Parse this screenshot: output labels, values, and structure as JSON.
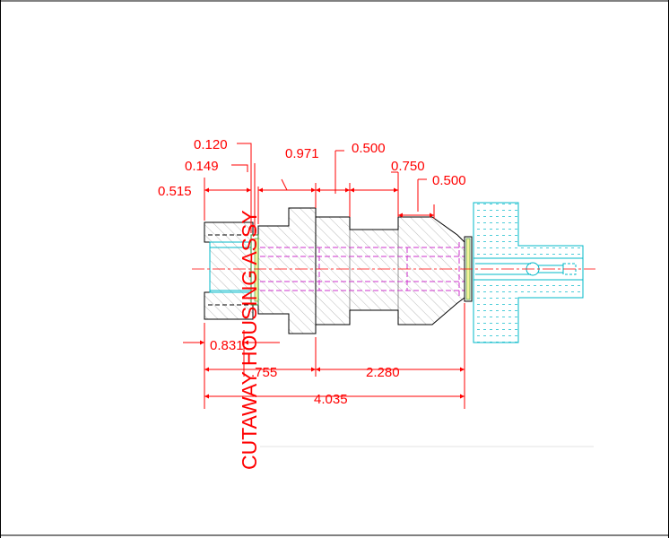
{
  "drawing": {
    "title_text": "CUTAWAY HOUSING ASSY",
    "colors": {
      "dimension": "#ff0000",
      "outline": "#000000",
      "hidden": "#cc33cc",
      "component": "#00b8c8",
      "frame": "#000000"
    },
    "dimensions": {
      "top_0120": "0.120",
      "top_0149": "0.149",
      "top_0515": "0.515",
      "top_0971": "0.971",
      "top_0500a": "0.500",
      "top_0750": "0.750",
      "top_0500b": "0.500",
      "bot_0831": "0.831",
      "bot_755": ".755",
      "bot_2280": "2.280",
      "bot_4035": "4.035"
    }
  }
}
